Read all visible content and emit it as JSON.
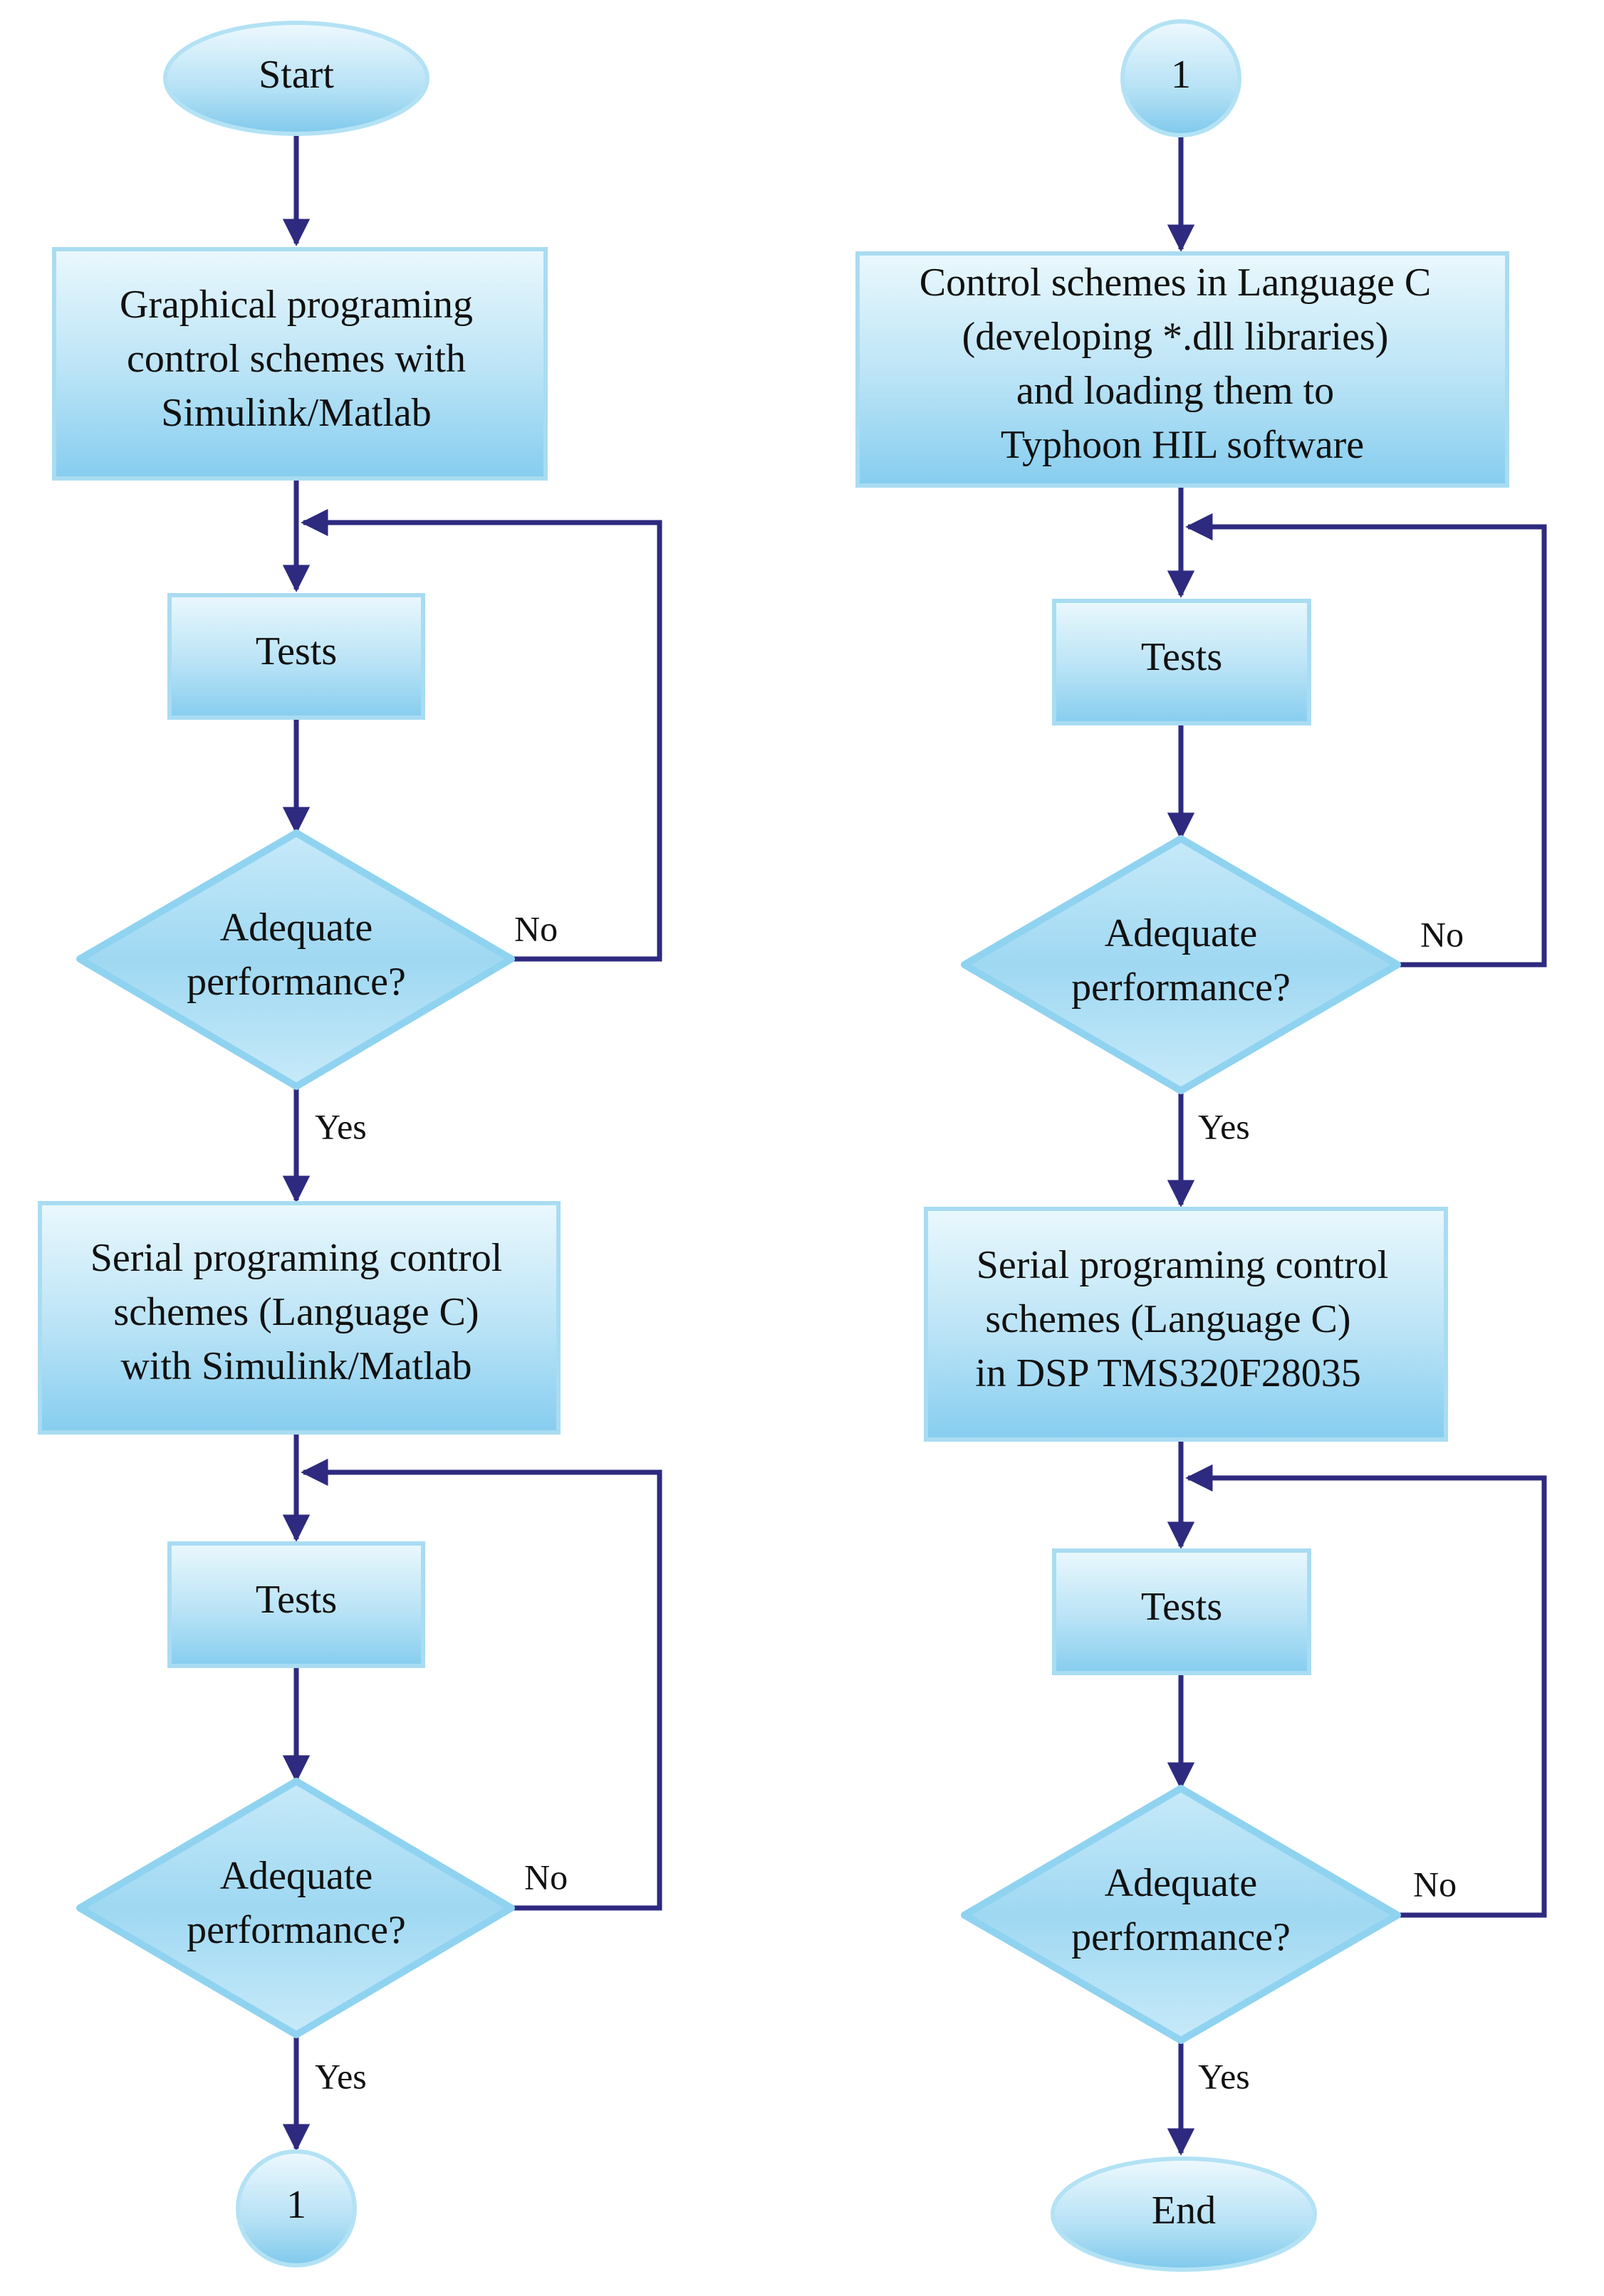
{
  "colors": {
    "connector": "#2e2a7f",
    "shape_fill_light": "#e9f7fd",
    "shape_fill_dark": "#8ccfee",
    "shape_border": "#a9dcf2",
    "text": "#111111"
  },
  "left_column": {
    "start": "Start",
    "step1": [
      "Graphical programing",
      "control schemes with",
      "Simulink/Matlab"
    ],
    "tests1": "Tests",
    "decision1": [
      "Adequate",
      "performance?"
    ],
    "no1": "No",
    "yes1": "Yes",
    "step2": [
      "Serial programing control",
      "schemes (Language C)",
      "with Simulink/Matlab"
    ],
    "tests2": "Tests",
    "decision2": [
      "Adequate",
      "performance?"
    ],
    "no2": "No",
    "yes2": "Yes",
    "connector_out": "1"
  },
  "right_column": {
    "connector_in": "1",
    "step1": [
      "Control schemes in Language C",
      "(developing *.dll libraries)",
      "and loading them to",
      "Typhoon HIL software"
    ],
    "tests1": "Tests",
    "decision1": [
      "Adequate",
      "performance?"
    ],
    "no1": "No",
    "yes1": "Yes",
    "step2": [
      "Serial programing control",
      "schemes (Language C)",
      "in DSP TMS320F28035"
    ],
    "tests2": "Tests",
    "decision2": [
      "Adequate",
      "performance?"
    ],
    "no2": "No",
    "yes2": "Yes",
    "end": "End"
  }
}
